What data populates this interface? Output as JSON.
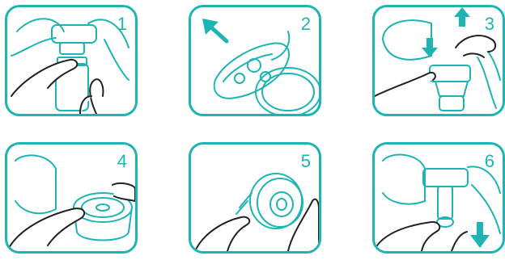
{
  "steps": [
    {
      "number": "1"
    },
    {
      "number": "2"
    },
    {
      "number": "3"
    },
    {
      "number": "4"
    },
    {
      "number": "5"
    },
    {
      "number": "6"
    }
  ],
  "colors": {
    "accent": "#1fb4b4",
    "line": "#222222",
    "background": "#ffffff"
  },
  "icons": {
    "step2": "arrow-up-left-icon",
    "step3": [
      "arrow-down-icon",
      "arrow-up-icon"
    ],
    "step6": "arrow-down-icon"
  }
}
